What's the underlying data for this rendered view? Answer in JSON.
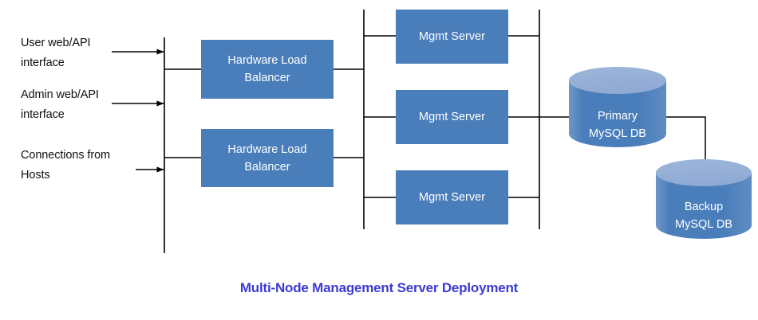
{
  "diagram": {
    "title": "Multi-Node Management Server Deployment",
    "title_color": "#3b3bd4",
    "background": "#ffffff",
    "box_fill": "#4a7ebb",
    "cylinder_body": "#4a7ebb",
    "cylinder_top": "#8faad4",
    "line_color": "#000000",
    "text_color_on_box": "#ffffff",
    "text_color_label": "#111111"
  },
  "inputs": [
    {
      "label": "User web/API\ninterface"
    },
    {
      "label": "Admin web/API\ninterface"
    },
    {
      "label": "Connections from\nHosts"
    }
  ],
  "load_balancers": [
    {
      "label": "Hardware Load\nBalancer"
    },
    {
      "label": "Hardware Load\nBalancer"
    }
  ],
  "mgmt_servers": [
    {
      "label": "Mgmt Server"
    },
    {
      "label": "Mgmt Server"
    },
    {
      "label": "Mgmt Server"
    }
  ],
  "databases": [
    {
      "label": "Primary\nMySQL DB",
      "role": "primary"
    },
    {
      "label": "Backup\nMySQL DB",
      "role": "backup"
    }
  ]
}
